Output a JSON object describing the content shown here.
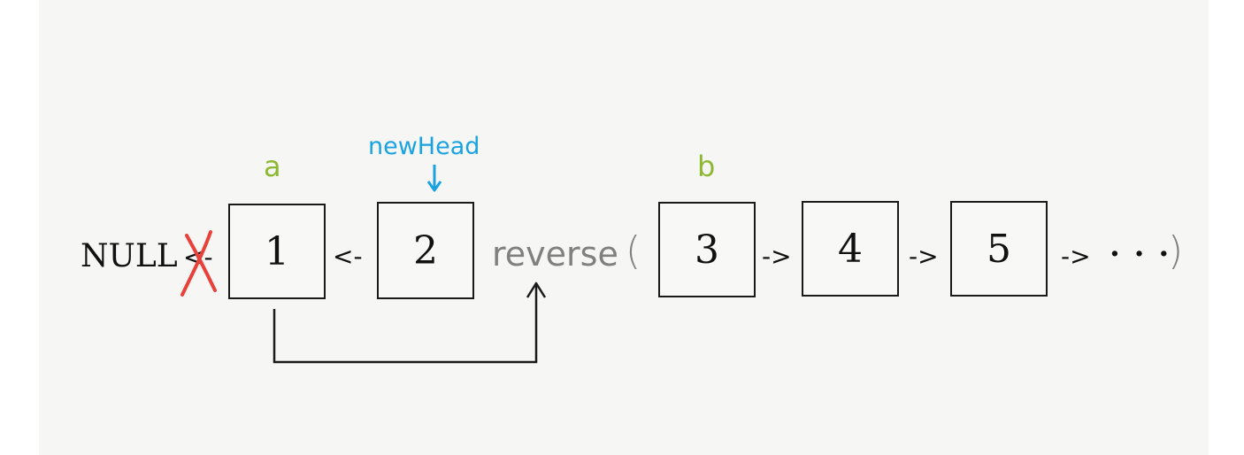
{
  "null_label": "NULL",
  "links": {
    "null_link": "<-",
    "link_2_to_1": "<-",
    "link_3_to_4": "->",
    "link_4_to_5": "->",
    "link_5_to_rest": "->"
  },
  "nodes": [
    "1",
    "2",
    "3",
    "4",
    "5"
  ],
  "pointer_a": "a",
  "pointer_b": "b",
  "new_head_label": "newHead",
  "call": {
    "func": "reverse",
    "open_paren": "(",
    "ellipsis": "· · ·",
    "close_paren": ")"
  },
  "colors": {
    "pointer_labels": "#8cb832",
    "new_head": "#1aa3e0",
    "cross_mark": "#e8413a",
    "call_text": "#808080"
  }
}
